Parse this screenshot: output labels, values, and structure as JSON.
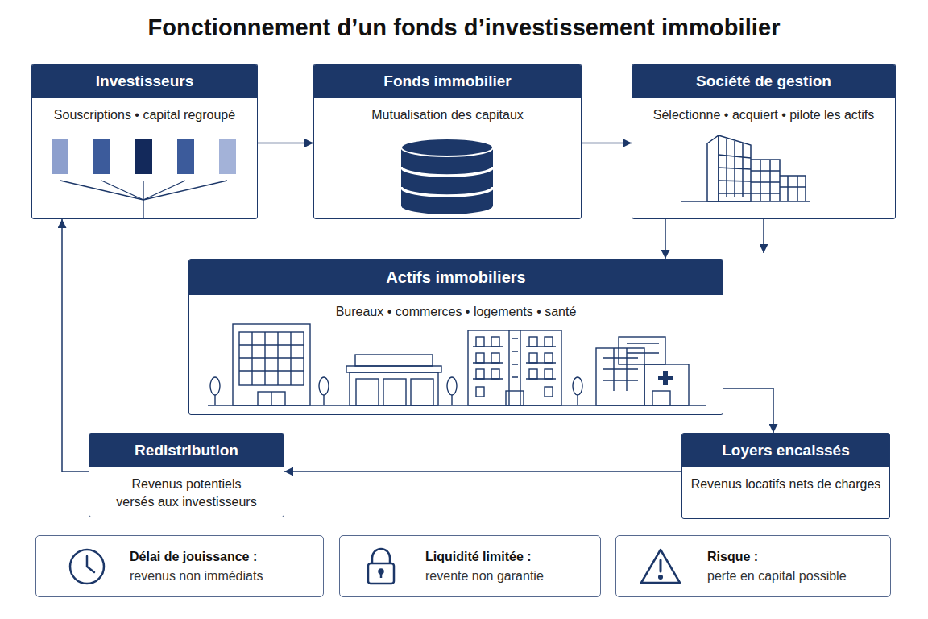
{
  "diagram": {
    "title": "Fonctionnement d’un fonds d’investissement immobilier",
    "nodes": [
      {
        "text": [
          "Investisseurs",
          "Souscriptions • capital regroupé"
        ]
      },
      {
        "text": [
          "Fonds immobilier",
          "Mutualisation des capitaux"
        ]
      },
      {
        "text": [
          "Société de gestion",
          "Sélectionne • acquiert • pilote les actifs"
        ]
      },
      {
        "text": [
          "Actifs immobiliers",
          "Bureaux • commerces • logements • santé"
        ]
      },
      {
        "text": [
          "Redistribution",
          "Revenus potentiels versés aux investisseurs"
        ]
      },
      {
        "text": [
          "Loyers encaissés",
          "Revenus locatifs nets de charges"
        ]
      },
      {
        "text": [
          "Délai de jouissance :",
          "revenus non immédiats"
        ]
      },
      {
        "text": [
          "Liquidité limitée :",
          "revente non garantie"
        ]
      },
      {
        "text": [
          "Risque :",
          "perte en capital possible"
        ]
      }
    ],
    "edges": [
      {
        "from": 0,
        "to": 1,
        "arrow": "to"
      },
      {
        "from": 1,
        "to": 2,
        "arrow": "to"
      },
      {
        "from": 2,
        "to": 3,
        "arrow": "to"
      },
      {
        "from": 3,
        "to": 5,
        "arrow": "to"
      },
      {
        "from": 5,
        "to": 4,
        "arrow": "to"
      },
      {
        "from": 4,
        "to": 0,
        "arrow": "to"
      }
    ]
  }
}
